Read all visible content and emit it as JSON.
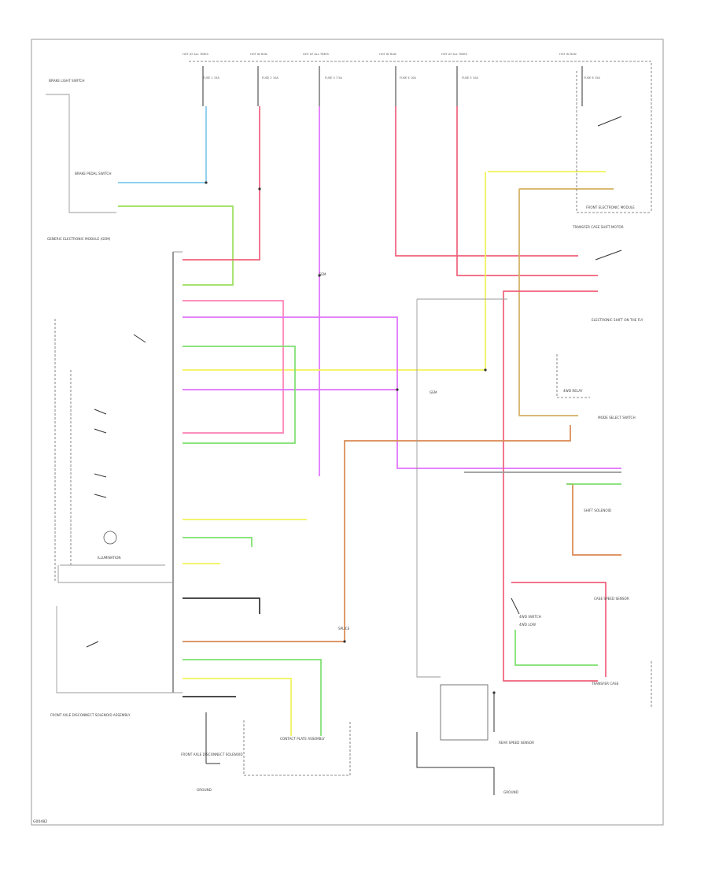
{
  "diagram": {
    "id_label": "G00482",
    "colors": {
      "red": "#f0607a",
      "pink": "#ff7fb4",
      "violet": "#e070ff",
      "yellow": "#f2f25a",
      "green": "#7ddf6f",
      "light_green": "#9adf5a",
      "tan": "#d4b060",
      "orange": "#d98850",
      "light_blue": "#7fc9ee",
      "gray": "#9a9a9a",
      "black": "#333333"
    },
    "fuse_labels": [
      "HOT AT ALL TIMES",
      "HOT IN RUN",
      "HOT AT ALL TIMES",
      "HOT IN RUN",
      "HOT AT ALL TIMES",
      "HOT IN RUN"
    ],
    "fuse_values": [
      "FUSE 1 15A",
      "FUSE 2 10A",
      "FUSE 3 7.5A",
      "FUSE 4 10A",
      "FUSE 5 10A",
      "FUSE 6 15A"
    ],
    "components": {
      "hazard_switch": "BRAKE LIGHT SWITCH",
      "brake_pedal": "BRAKE PEDAL SWITCH",
      "module": "GENERIC ELECTRONIC MODULE (GEM)",
      "front_module": "FRONT ELECTRONIC MODULE",
      "ground_note": "ILLUMINATION",
      "bottom_left": "FRONT AXLE DISCONNECT SOLENOID",
      "gem_label": "GEM",
      "bottom_text": "FRONT AXLE DISCONNECT SOLENOID ASSEMBLY",
      "trans_switch": "TRANSFER CASE SHIFT MOTOR",
      "contact_plate": "CONTACT PLATE ASSEMBLY",
      "speed_sensor": "REAR SPEED SENSOR",
      "right_mid": "ELECTRONIC SHIFT ON THE FLY",
      "right_low": "4WD RELAY",
      "transfer_case": "TRANSFER CASE",
      "ground_label": "GROUND",
      "mode_switch": "MODE SELECT SWITCH",
      "shift_solenoid": "SHIFT SOLENOID",
      "case_speed": "CASE SPEED SENSOR",
      "left_switch": "4WD SWITCH",
      "left_switch_b": "4WD LOW",
      "gem_right": "GEM",
      "splice": "SPLICE"
    }
  }
}
